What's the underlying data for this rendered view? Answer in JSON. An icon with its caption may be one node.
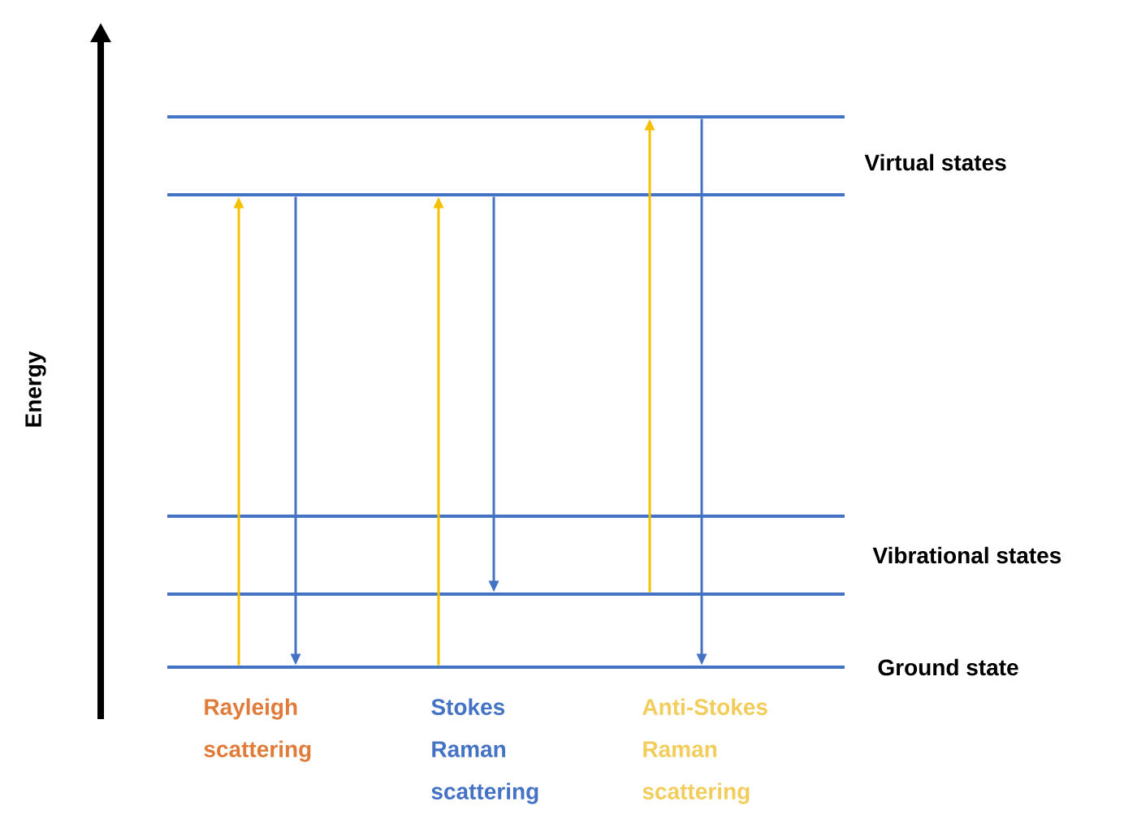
{
  "diagram": {
    "nodes": [
      {
        "text": [],
        "shape": "bar"
      },
      {
        "text": [],
        "shape": "bar"
      },
      {
        "text": [],
        "shape": "bar"
      },
      {
        "text": [],
        "shape": "bar"
      },
      {
        "text": [],
        "shape": "bar"
      }
    ],
    "edges": [
      {
        "from": 4,
        "to": 1,
        "arrow": "to",
        "color": "#f5c000"
      },
      {
        "from": 1,
        "to": 4,
        "arrow": "to",
        "color": "#4472c4"
      },
      {
        "from": 4,
        "to": 1,
        "arrow": "to",
        "color": "#f5c000"
      },
      {
        "from": 1,
        "to": 3,
        "arrow": "to",
        "color": "#4472c4"
      },
      {
        "from": 3,
        "to": 0,
        "arrow": "to",
        "color": "#f5c000"
      },
      {
        "from": 0,
        "to": 4,
        "arrow": "to",
        "color": "#4472c4"
      }
    ],
    "labels": [
      "Energy",
      "Virtual states",
      "Vibrational states",
      "Ground state",
      "Rayleigh scattering",
      "Stokes Raman scattering",
      "Anti-Stokes Raman scattering"
    ]
  }
}
